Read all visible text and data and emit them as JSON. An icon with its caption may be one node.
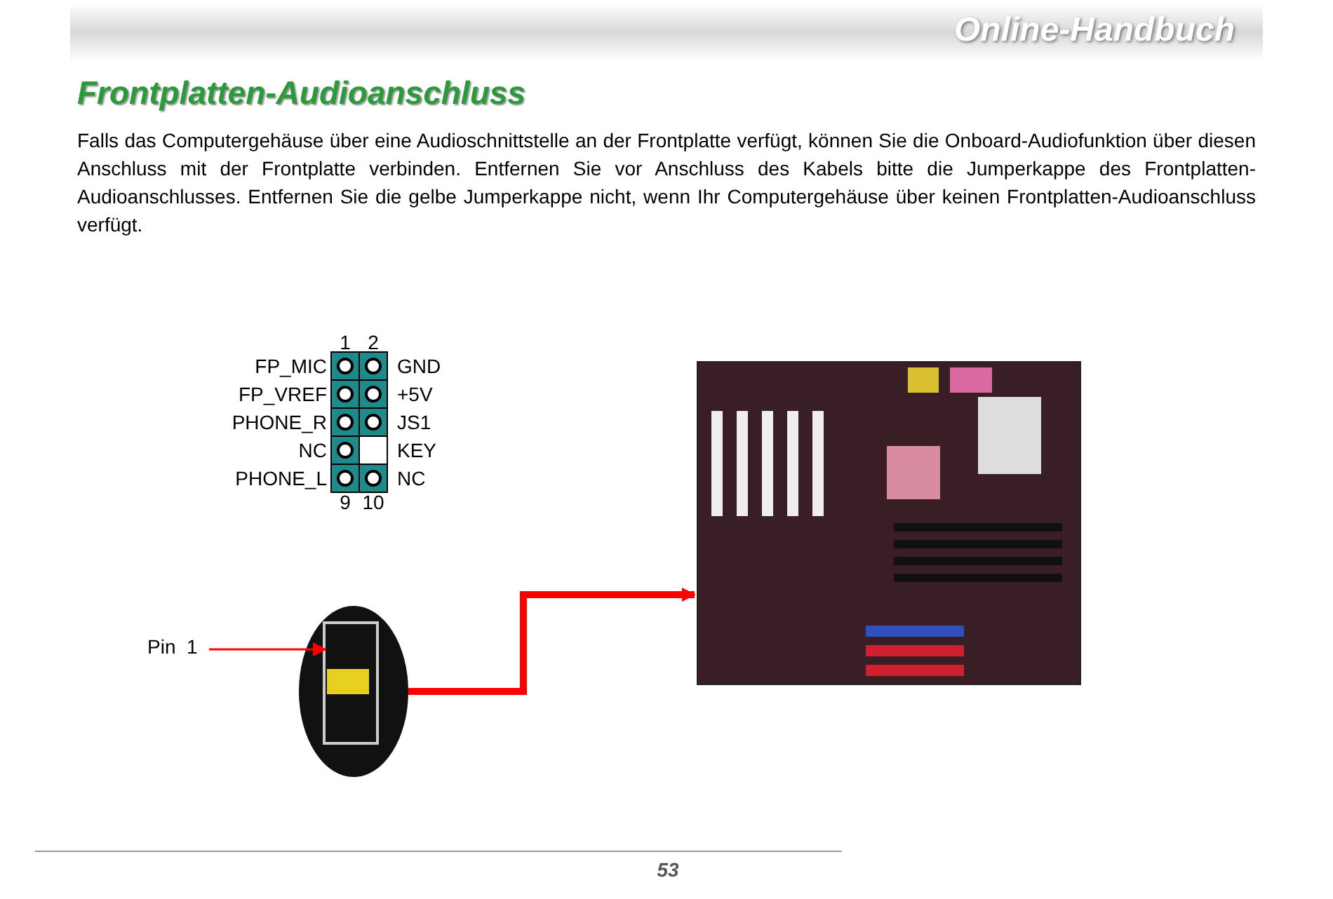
{
  "diagram": {
    "title": "Frontplatten-Audioanschluss",
    "nodes": [
      {
        "text": [
          "Pin  1"
        ]
      },
      {
        "text": [],
        "shape": "picture"
      },
      {
        "text": [],
        "shape": "picture"
      }
    ],
    "edges": [
      {
        "from": 0,
        "to": 1,
        "arrow": "to"
      },
      {
        "from": 1,
        "to": 2,
        "arrow": "to",
        "style": "thick"
      }
    ],
    "labels": [
      "Online-Handbuch",
      "Falls das Computergehäuse über eine Audioschnittstelle an der Frontplatte verfügt, können Sie die Onboard-Audiofunktion über diesen Anschluss mit der Frontplatte verbinden. Entfernen Sie vor Anschluss des Kabels bitte die Jumperkappe des Frontplatten-Audioanschlusses. Entfernen Sie die gelbe Jumperkappe nicht, wenn Ihr Computergehäuse über keinen Frontplatten-Audioanschluss verfügt.",
      "1",
      "2",
      "FP_MIC",
      "GND",
      "FP_VREF",
      "+5V",
      "PHONE_R",
      "JS1",
      "NC",
      "KEY",
      "PHONE_L",
      "NC",
      "9",
      "10",
      "53"
    ]
  }
}
